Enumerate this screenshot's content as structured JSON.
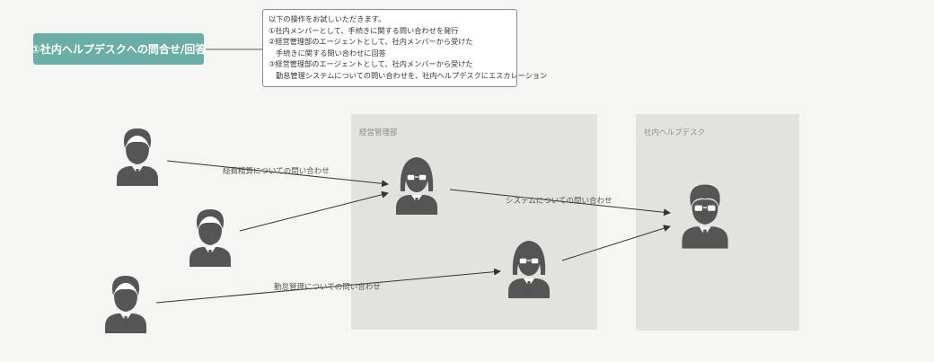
{
  "title": "①社内ヘルプデスクへの問合せ/回答",
  "note": {
    "lines": [
      "以下の操作をお試しいただきます。",
      "①社内メンバーとして、手続きに関する問い合わせを発行",
      "②経営管理部のエージェントとして、社内メンバーから受けた",
      "手続きに関する問い合わせに回答",
      "③経営管理部のエージェントとして、社内メンバーから受けた",
      "勤怠管理システムについての問い合わせを、社内ヘルプデスクにエスカレーション"
    ]
  },
  "lanes": {
    "management": "経営管理部",
    "helpdesk": "社内ヘルプデスク"
  },
  "edge_labels": {
    "expense": "経費精算についての問い合わせ",
    "system": "システムについての問い合わせ",
    "attendance": "勤怠管理についての問い合わせ"
  },
  "colors": {
    "title_bg": "#6aaea6",
    "lane_bg": "#e3e3de",
    "person": "#555555",
    "arrow": "#333333"
  },
  "people": [
    {
      "role": "member",
      "icon": "man-icon"
    },
    {
      "role": "member",
      "icon": "man-icon"
    },
    {
      "role": "member",
      "icon": "man-icon"
    },
    {
      "role": "agent",
      "icon": "woman-glasses-icon"
    },
    {
      "role": "agent",
      "icon": "woman-glasses-icon"
    },
    {
      "role": "helpdesk",
      "icon": "man-glasses-icon"
    }
  ]
}
